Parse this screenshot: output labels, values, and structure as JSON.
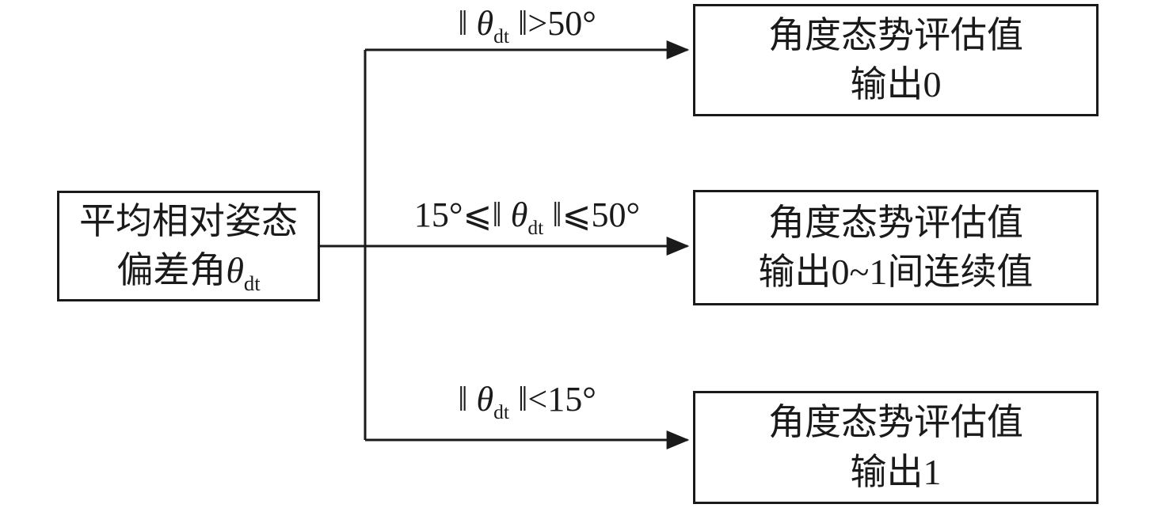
{
  "source_node": {
    "line1": "平均相对姿态",
    "line2_prefix": "偏差角",
    "theta": "θ",
    "theta_sub": "dt"
  },
  "branches": [
    {
      "condition": {
        "pre": "‖ ",
        "theta": "θ",
        "sub": "dt",
        "post": " ‖>50°"
      },
      "outcome": {
        "line1": "角度态势评估值",
        "line2": "输出0"
      }
    },
    {
      "condition": {
        "pre": "15°⩽‖ ",
        "theta": "θ",
        "sub": "dt",
        "post": " ‖⩽50°"
      },
      "outcome": {
        "line1": "角度态势评估值",
        "line2": "输出0~1间连续值"
      }
    },
    {
      "condition": {
        "pre": "‖ ",
        "theta": "θ",
        "sub": "dt",
        "post": " ‖<15°"
      },
      "outcome": {
        "line1": "角度态势评估值",
        "line2": "输出1"
      }
    }
  ],
  "colors": {
    "line": "#1a1a1a",
    "background": "#ffffff"
  }
}
